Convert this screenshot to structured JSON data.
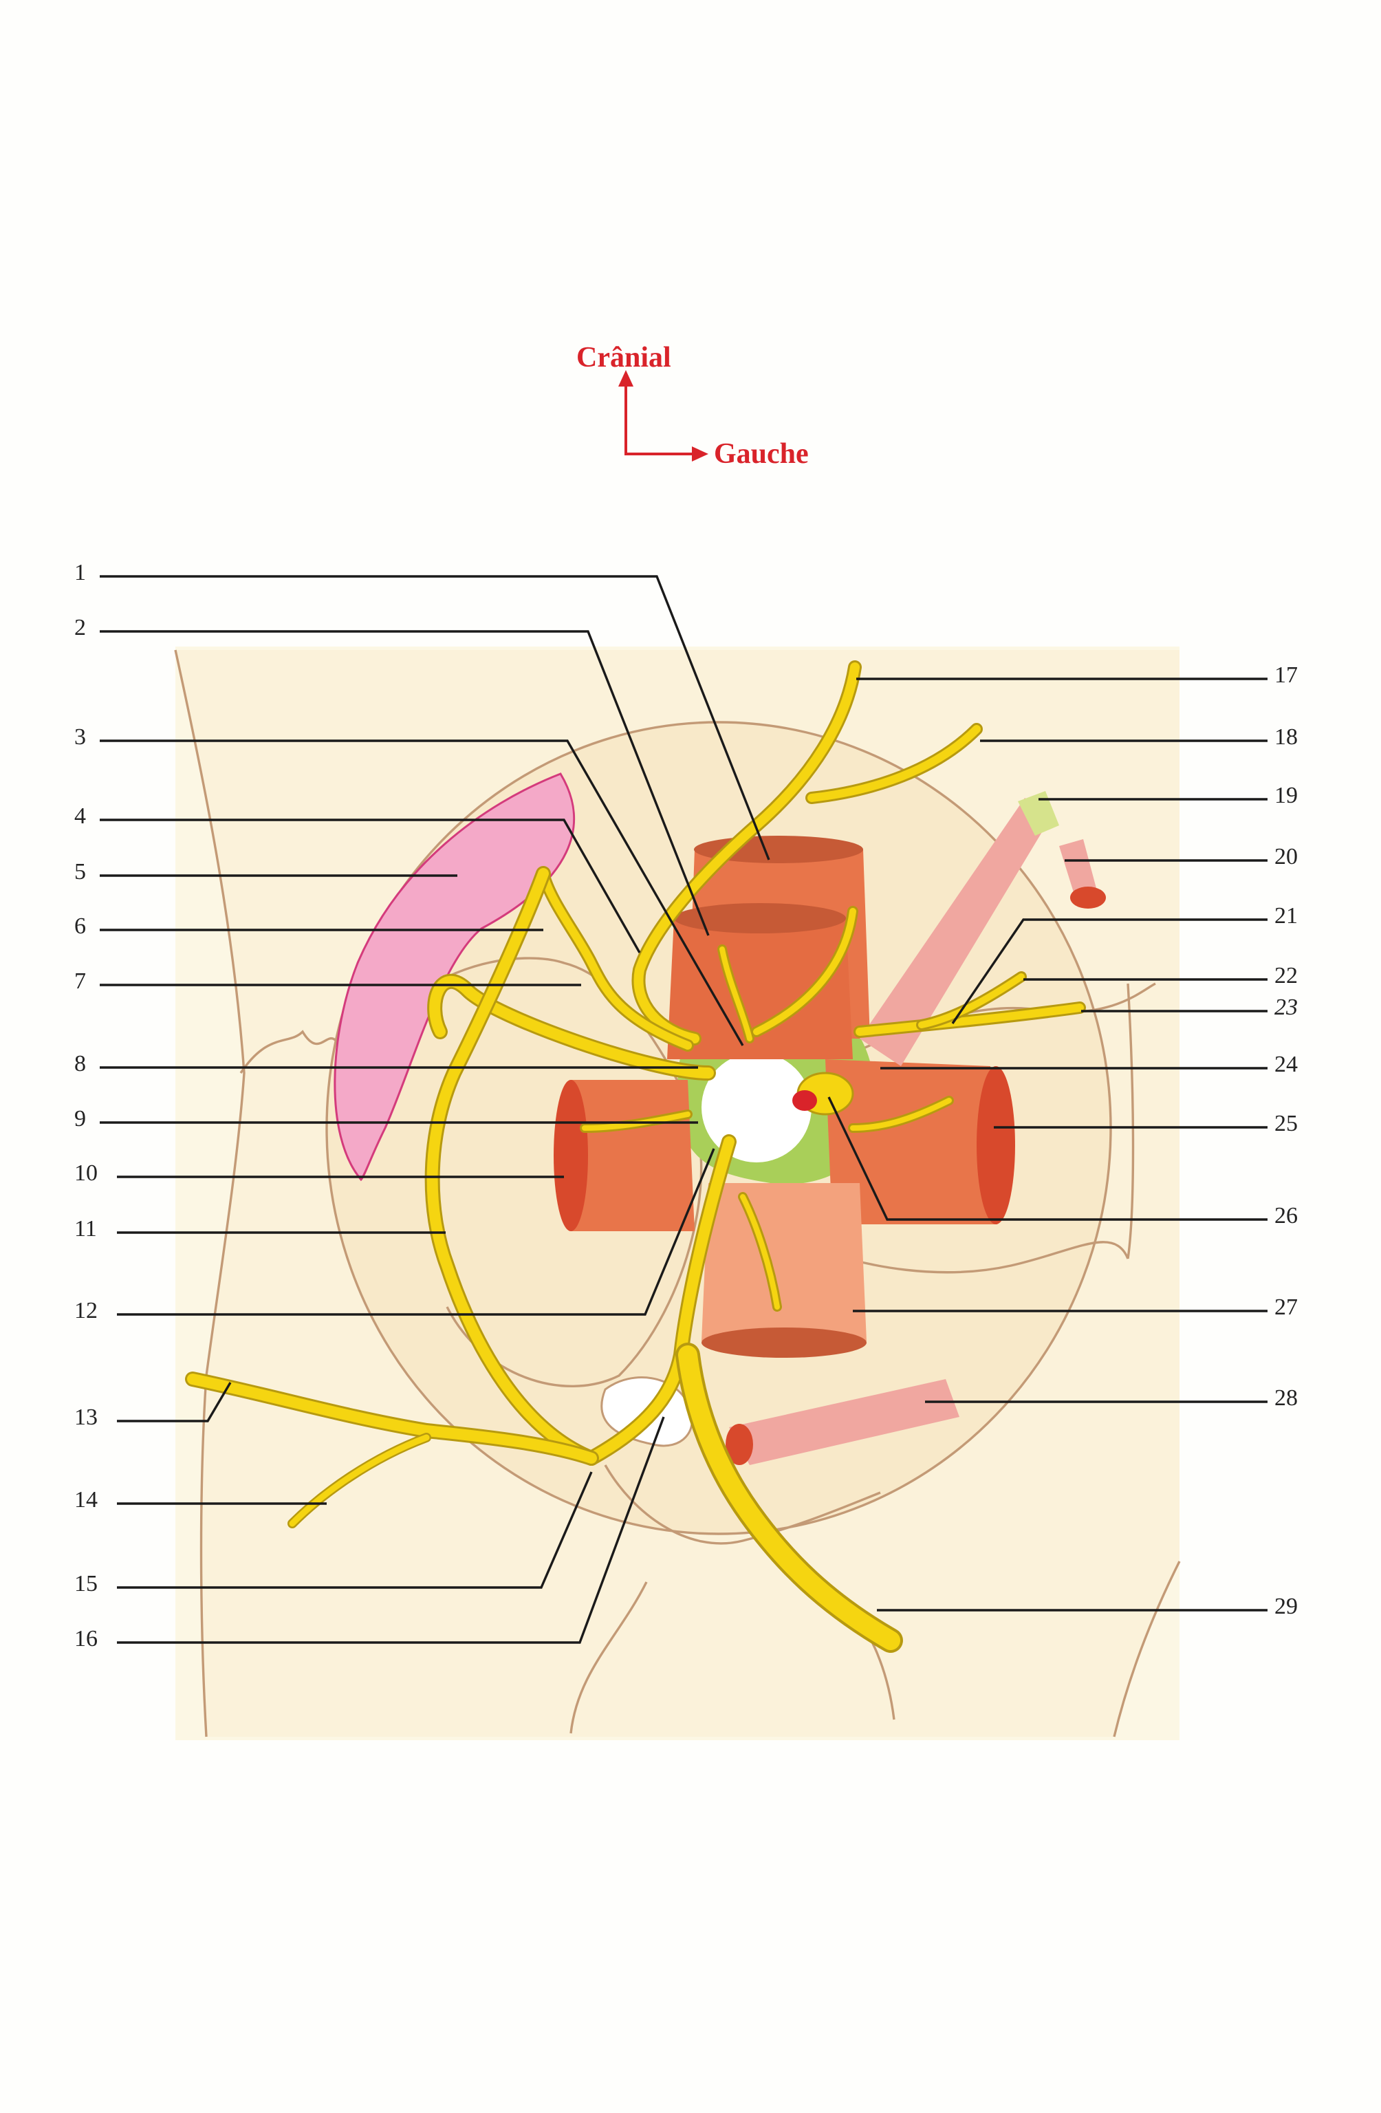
{
  "orientation": {
    "cranial": "Crânial",
    "left": "Gauche"
  },
  "colors": {
    "background_panel": "#fcf7e4",
    "body_region": "#f8ebcd",
    "outline": "#c39a76",
    "nerve": "#f5d511",
    "muscle_dark": "#e8754a",
    "muscle_light": "#f3a27d",
    "muscle_pink": "#f0a7a0",
    "pink_organ": "#f4a9c8",
    "connective_green": "#a9cf59",
    "arrow_red": "#d9232a"
  },
  "labels_left": [
    "1",
    "2",
    "3",
    "4",
    "5",
    "6",
    "7",
    "8",
    "9",
    "10",
    "11",
    "12",
    "13",
    "14",
    "15",
    "16"
  ],
  "labels_right": [
    "17",
    "18",
    "19",
    "20",
    "21",
    "22",
    "23",
    "24",
    "25",
    "26",
    "27",
    "28",
    "29"
  ]
}
